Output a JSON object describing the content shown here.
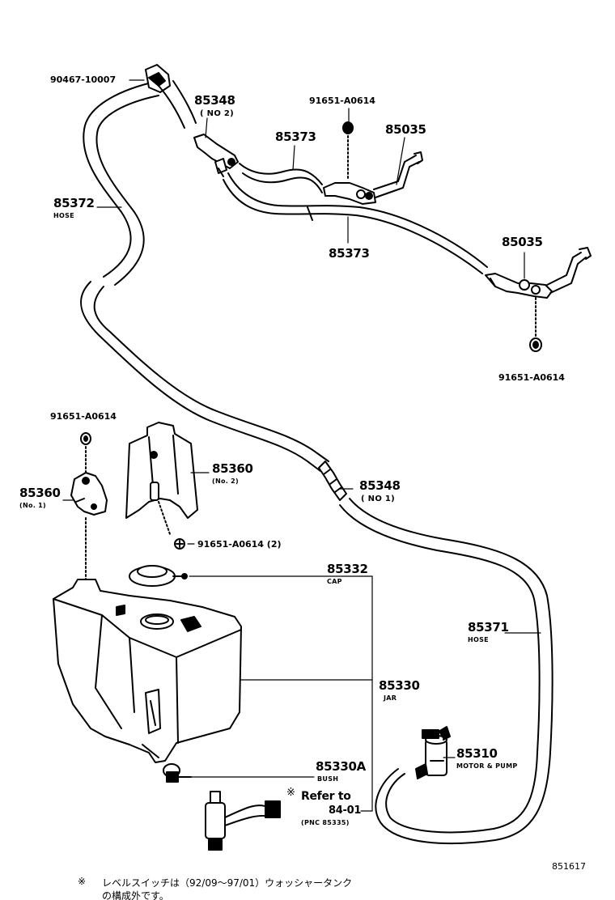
{
  "labels": {
    "p90467": "90467-10007",
    "p85348_top": "85348",
    "p85348_top_sub": "( NO 2)",
    "p91651_top": "91651-A0614",
    "p85373_upper": "85373",
    "p85035_upper": "85035",
    "p85372": "85372",
    "p85372_sub": "HOSE",
    "p85373_lower": "85373",
    "p85035_lower": "85035",
    "p91651_right": "91651-A0614",
    "p91651_left": "91651-A0614",
    "p85360_no2": "85360",
    "p85360_no2_sub": "(No. 2)",
    "p85360_no1": "85360",
    "p85360_no1_sub": "(No. 1)",
    "p91651_x2": "91651-A0614 (2)",
    "p85348_mid": "85348",
    "p85348_mid_sub": "( NO 1)",
    "p85332": "85332",
    "p85332_sub": "CAP",
    "p85371": "85371",
    "p85371_sub": "HOSE",
    "p85330": "85330",
    "p85330_sub": "JAR",
    "p85310": "85310",
    "p85310_sub": "MOTOR & PUMP",
    "p85330A": "85330A",
    "p85330A_sub": "BUSH",
    "ref_mark": "※",
    "ref_text": "Refer to",
    "ref_num": "84-01",
    "ref_pnc": "(PNC 85335)",
    "fig_id": "851617",
    "footnote_mark": "※",
    "footnote_line1": "レベルスイッチは（92/09～97/01）ウォッシャータンク",
    "footnote_line2": "の構成外です。"
  }
}
